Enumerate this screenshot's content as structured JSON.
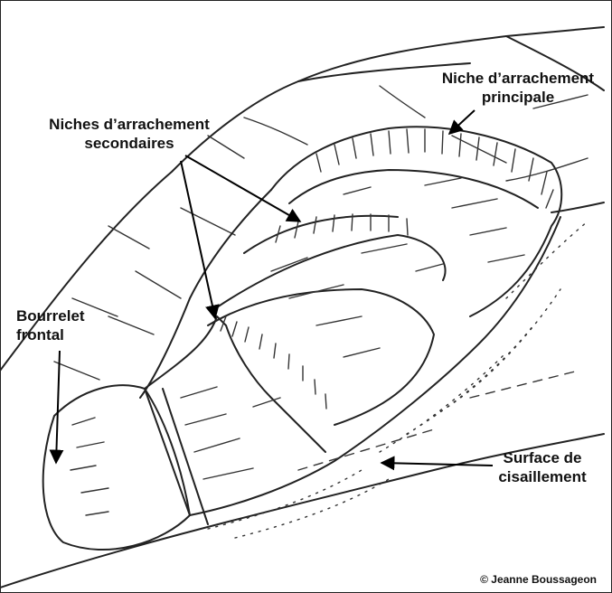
{
  "labels": {
    "main_scarp_line1": "Niche d’arrachement",
    "main_scarp_line2": "principale",
    "secondary_scarps_line1": "Niches d’arrachement",
    "secondary_scarps_line2": "secondaires",
    "toe_line1": "Bourrelet",
    "toe_line2": "frontal",
    "shear_line1": "Surface de",
    "shear_line2": "cisaillement",
    "credit": "© Jeanne Boussageon"
  },
  "colors": {
    "ink": "#222222",
    "background": "#ffffff"
  }
}
